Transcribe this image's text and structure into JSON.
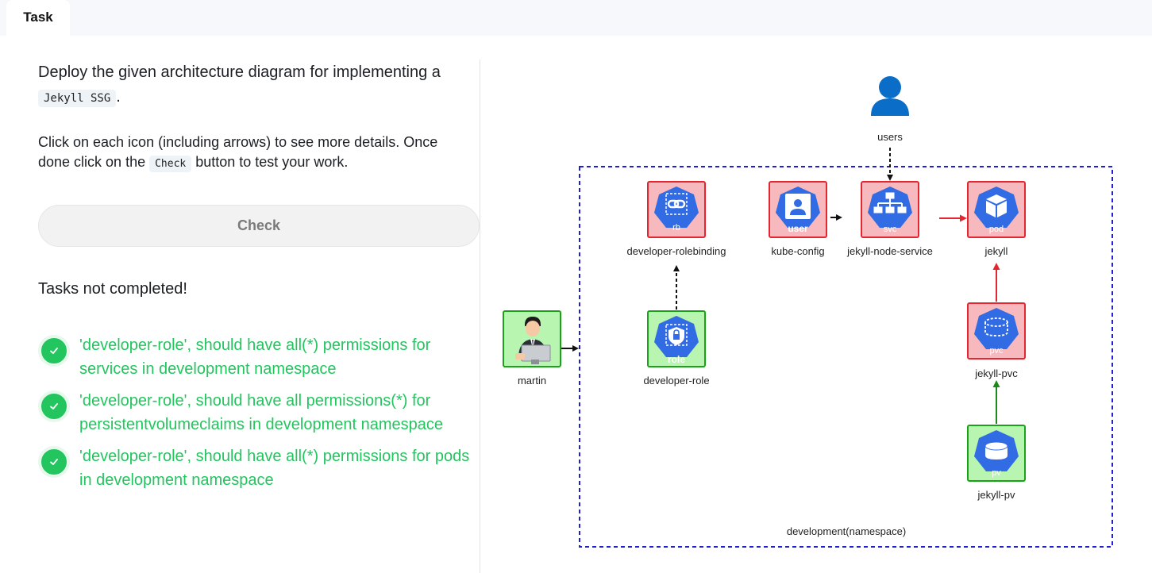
{
  "tab": {
    "label": "Task"
  },
  "description": {
    "text_before": "Deploy the given architecture diagram for implementing a ",
    "code": "Jekyll SSG",
    "text_after": "."
  },
  "instructions": {
    "text_before": "Click on each icon (including arrows) to see more details. Once done click on the ",
    "code": "Check",
    "text_after": " button to test your work."
  },
  "check_button": {
    "label": "Check"
  },
  "status": "Tasks not completed!",
  "tasks": [
    {
      "text": "'developer-role', should have all(*) permissions for services in development namespace",
      "done": true
    },
    {
      "text": "'developer-role', should have all permissions(*) for persistentvolumeclaims in development namespace",
      "done": true
    },
    {
      "text": "'developer-role', should have all(*) permissions for pods in development namespace",
      "done": true
    }
  ],
  "diagram": {
    "namespace_label": "development(namespace)",
    "users_label": "users",
    "nodes": {
      "rolebinding": {
        "badge": "rb",
        "label": "developer-rolebinding",
        "status": "red",
        "icon": "link-icon"
      },
      "kubeconfig": {
        "badge": "user",
        "label": "kube-config",
        "status": "red",
        "icon": "user-card-icon"
      },
      "service": {
        "badge": "svc",
        "label": "jekyll-node-service",
        "status": "red",
        "icon": "network-icon"
      },
      "pod": {
        "badge": "pod",
        "label": "jekyll",
        "status": "red",
        "icon": "cube-icon"
      },
      "role": {
        "badge": "role",
        "label": "developer-role",
        "status": "green",
        "icon": "lock-icon"
      },
      "pvc": {
        "badge": "pvc",
        "label": "jekyll-pvc",
        "status": "red",
        "icon": "disk-icon"
      },
      "pv": {
        "badge": "pv",
        "label": "jekyll-pv",
        "status": "green",
        "icon": "database-icon"
      },
      "martin": {
        "label": "martin",
        "status": "green",
        "icon": "developer-avatar-icon"
      }
    },
    "colors": {
      "k8s_blue": "#326ce5",
      "namespace_border": "#2020d0",
      "red_border": "#e3262f",
      "red_fill": "#f8b9be",
      "green_border": "#1aa31a",
      "green_fill": "#b7f5b1",
      "user_blue": "#0a6ec9",
      "task_green": "#22c55e"
    }
  }
}
